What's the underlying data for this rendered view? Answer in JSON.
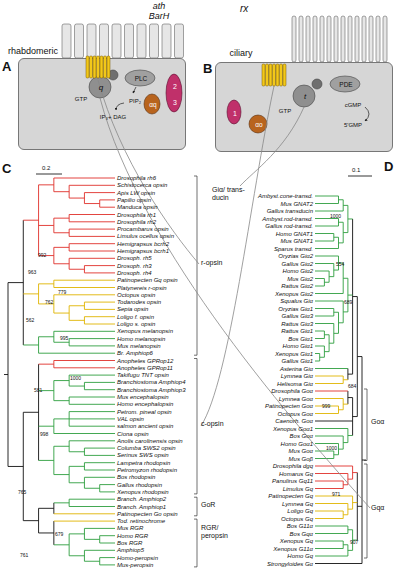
{
  "diagram": {
    "nodes": [
      {
        "text": [
          "rhabdomeric",
          "PLC",
          "GTP",
          "q",
          "PIP₂",
          "IP₃+ DAG",
          "αq",
          "2",
          "3"
        ]
      },
      {
        "text": [
          "ciliary",
          "PDE",
          "GTP",
          "t",
          "cGMP",
          "5'GMP",
          "αo",
          "1"
        ]
      }
    ],
    "labels": [
      "A",
      "ath BarH",
      "B",
      "rx",
      "C",
      "0.2",
      "Drosophila rh6",
      "Schistocerca opsin",
      "Apis LW opsin",
      "Papilio opsin",
      "Manduca opsin",
      "Drosophila rh1",
      "Drosophila rh2",
      "Procambarus opsin",
      "Limulus ocellus opsin",
      "Hemigrapsus bcrh2",
      "Hemigrapsus bcrh1",
      "Drosoph. rh5",
      "Drosoph. rh3",
      "Drosoph. rh4",
      "Patinopecten Gq opsin",
      "Platynereis r-opsin",
      "Octopus opsin",
      "Todarodes opsin",
      "Sepia opsin",
      "Loligo f. opsin",
      "Loligo s. opsin",
      "Xenopus melanopsin",
      "Homo melanopsin",
      "Mus melanopsin",
      "Br. Amphiop6",
      "Anopheles GPRop12",
      "Anopheles GPRop11",
      "Takifugu TNT opsin",
      "Branchiostoma Amphiop4",
      "Branchiostoma Amphiop3",
      "Mus encephalopsin",
      "Homo encephalopsin",
      "Petrom. pineal opsin",
      "VAL opsin",
      "salmon ancient opsin",
      "Ciona opsin",
      "Anolis carolinensis opsin",
      "Columba SWS2 opsin",
      "Serinus SWS opsin",
      "Lampetra rhodopsin",
      "Petromyzon rhodopsin",
      "Bos rhodopsin",
      "Gallus rhodopsin",
      "Xenopus rhodopsin",
      "Branch. Amphiop2",
      "Branch. Amphiop1",
      "Patinopecten Go opsin",
      "Tod. retinochrome",
      "Mus RGR",
      "Homo RGR",
      "Bos RGR",
      "Amphiop5",
      "Homo-peropsin",
      "Mus-peropsin",
      "r-opsin",
      "c-opsin",
      "GoR",
      "RGR/ peropsin",
      "992",
      "963",
      "779",
      "762",
      "562",
      "995",
      "1000",
      "581",
      "998",
      "765",
      "679",
      "761",
      "D",
      "0.1",
      "Ambyst.cone-transd.",
      "Mus GNAT2",
      "Gallus transducin",
      "Ambyst.rod-transd.",
      "Gallus rod-transd.",
      "Homo GNAT1",
      "Mus GNAT1",
      "Sparus transd.",
      "Oryzias Giα2",
      "Gallus Giα2",
      "Homo Giα2",
      "Mus Giα2",
      "Rattus Giα2",
      "Xenopus Giα2",
      "Squalus Giα",
      "Oryzias Giα1",
      "Gallus Giα3",
      "Rattus Giα3",
      "Rattus Giα1",
      "Bos Giα1",
      "Homo Giα1",
      "Xenopus Giα1",
      "Gallus Giα1",
      "Asterina Giα",
      "Lymnea Giα",
      "Helisoma Giα",
      "Drosophila Goα",
      "Lymnea Goα",
      "Patinopecten Goα",
      "Octopus Goα",
      "Caenorh. Goα",
      "Xenopus Goα1",
      "Bos Goα",
      "Homo Goα1",
      "Mus Goα",
      "Mus Goβ",
      "Drosophila dgq",
      "Homarus Gq",
      "Panulirus Gq11",
      "Limulus Gq",
      "Patinopecten Gq",
      "Lymnea Gq",
      "Loligo Gq",
      "Octopus Gq",
      "Bos G11α",
      "Bos Gqα",
      "Xenopus Gq",
      "Xenopus G11α",
      "Homo Gq",
      "Strongyloides Gα",
      "Giα/ trans- ducin",
      "Goα",
      "Gqα",
      "1000",
      "554",
      "689",
      "999",
      "684",
      "1000",
      "971",
      "907"
    ]
  }
}
